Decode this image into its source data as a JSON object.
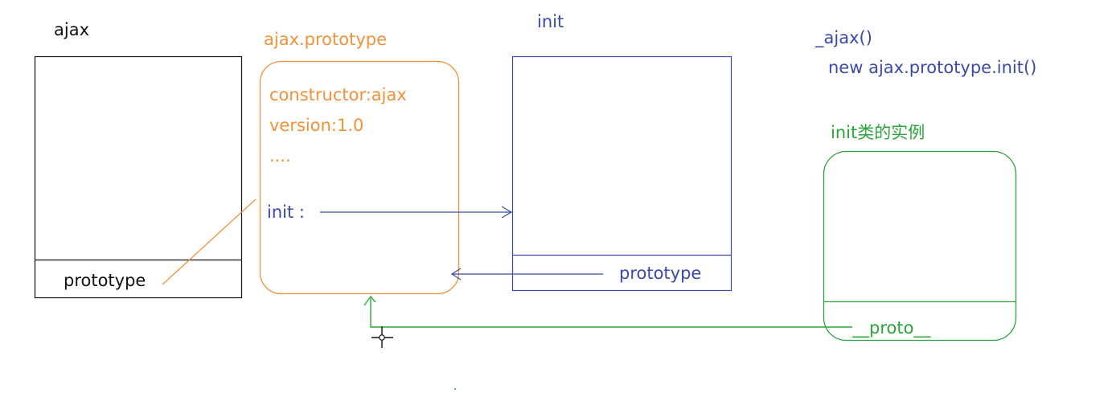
{
  "colors": {
    "black": "#111111",
    "orange": "#f0923a",
    "blue": "#3b49a8",
    "green": "#2aa53a"
  },
  "ajax": {
    "title": "ajax",
    "slot": "prototype"
  },
  "ajax_prototype": {
    "title": "ajax.prototype",
    "constructor": "constructor:ajax",
    "version": "version:1.0",
    "ellipsis": "....",
    "init_prop": "init :"
  },
  "init": {
    "title": "init",
    "slot": "prototype"
  },
  "call_note": {
    "call": "_ajax()",
    "expression": "new ajax.prototype.init()"
  },
  "instance": {
    "title": "init类的实例",
    "slot": "__proto__"
  },
  "cursor_icon": "crosshair-cursor-icon"
}
